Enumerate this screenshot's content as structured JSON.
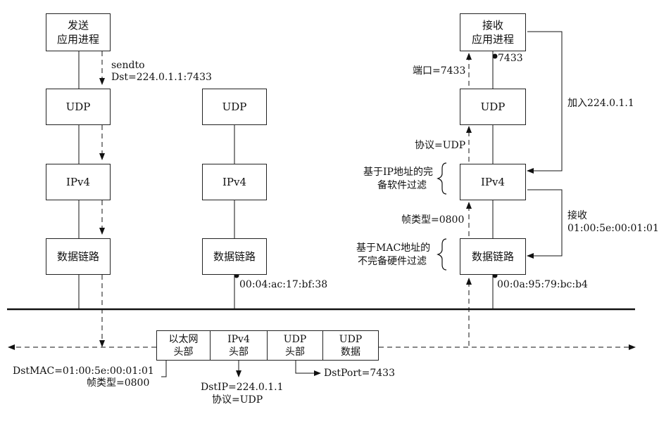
{
  "sender": {
    "app_line1": "发送",
    "app_line2": "应用进程",
    "udp": "UDP",
    "ipv4": "IPv4",
    "datalink": "数据链路",
    "call": "sendto",
    "dst": "Dst=224.0.1.1:7433"
  },
  "middle": {
    "udp": "UDP",
    "ipv4": "IPv4",
    "datalink": "数据链路",
    "mac": "00:04:ac:17:bf:38"
  },
  "receiver": {
    "app_line1": "接收",
    "app_line2": "应用进程",
    "port_num": "7433",
    "udp": "UDP",
    "ipv4": "IPv4",
    "datalink": "数据链路",
    "mac": "00:0a:95:79:bc:b4",
    "port_label": "端口=7433",
    "proto_label": "协议=UDP",
    "ip_filter_l1": "基于IP地址的完",
    "ip_filter_l2": "备软件过滤",
    "frame_type_label": "帧类型=0800",
    "mac_filter_l1": "基于MAC地址的",
    "mac_filter_l2": "不完备硬件过滤",
    "join_label": "加入224.0.1.1",
    "recv_l1": "接收",
    "recv_l2": "01:00:5e:00:01:01"
  },
  "frame": {
    "eth_l1": "以太网",
    "eth_l2": "头部",
    "ip_l1": "IPv4",
    "ip_l2": "头部",
    "udp_l1": "UDP",
    "udp_l2": "头部",
    "data_l1": "UDP",
    "data_l2": "数据",
    "dstmac": "DstMAC=01:00:5e:00:01:01",
    "frame_type": "帧类型=0800",
    "dstip": "DstIP=224.0.1.1",
    "proto": "协议=UDP",
    "dstport": "DstPort=7433"
  }
}
